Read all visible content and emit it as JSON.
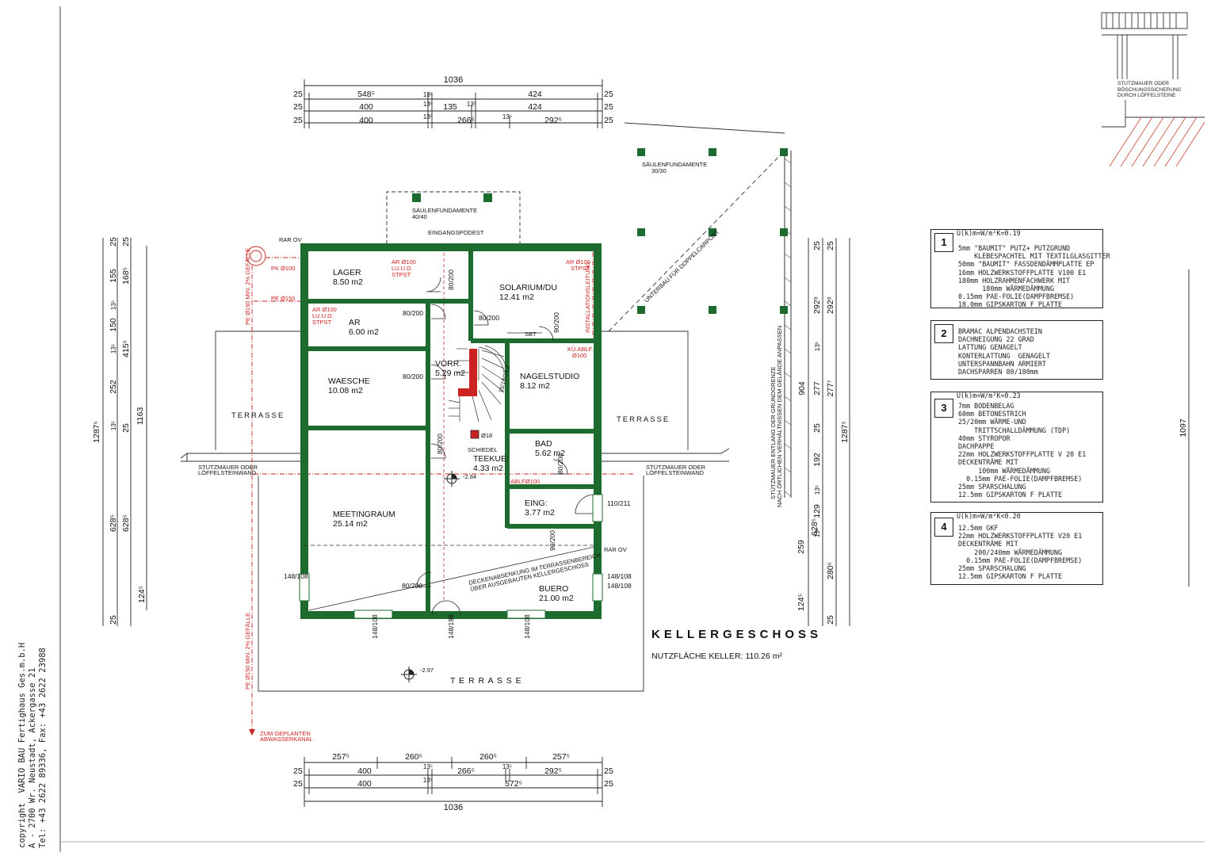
{
  "title": "KELLERGESCHOSS",
  "nutzflaeche": "NUTZFLÄCHE KELLER: 110.26 m²",
  "copyright": [
    "copyright  VARIO BAU Fertighaus Ges.m.b.H",
    "A - 2700 Wr. Neustadt, Ackergasse 21",
    "Tel: +43 2622 89336, Fax: +43 2622 23988"
  ],
  "colors": {
    "wall": "#1e6b2f",
    "wall_inner": "#2f8c45",
    "pipe": "#cc2222",
    "line": "#222222"
  },
  "rooms": [
    {
      "name": "LAGER",
      "area": "8.50 m2"
    },
    {
      "name": "SOLARIUM/DU",
      "area": "12.41 m2"
    },
    {
      "name": "AR",
      "area": "6.00 m2"
    },
    {
      "name": "WAESCHE",
      "area": "10.08 m2"
    },
    {
      "name": "VORR.",
      "area": "5.29 m2"
    },
    {
      "name": "NAGELSTUDIO",
      "area": "8.12 m2"
    },
    {
      "name": "BAD",
      "area": "5.62 m2"
    },
    {
      "name": "TEEKUE:",
      "area": "4.33 m2"
    },
    {
      "name": "EING:",
      "area": "3.77 m2"
    },
    {
      "name": "MEETINGRAUM",
      "area": "25.14 m2"
    },
    {
      "name": "BUERO",
      "area": "21.00 m2"
    }
  ],
  "labels": {
    "terrasse": "TERRASSE",
    "terrasse_wide": "T E R R A S S E",
    "stuetzmauer": "STÜTZMAUER ODER",
    "loeffelsteinwand": "LÖFFELSTEINWAND",
    "saeulenfundamente_1": "SÄULENFUNDAMENTE",
    "saeulenfundamente_1_size": "30/30",
    "saeulenfundamente_2": "SÄULENFUNDAMENTE",
    "saeulenfundamente_2_size": "40/40",
    "eingangspodest": "EINGANGSPODEST",
    "unterbau": "UNTERBAU FÜR DOPPELCARPORT",
    "stuetzmauer_grenze": "STÜTZMAUER ENTLANG DER GRUNDGRENZE",
    "stuetzmauer_grenze_2": "NACH ÖRTLICHEN VERHÄLTNISSEN DEM GELÄNDE ANPASSEN",
    "deckenabsenkung_1": "DECKENABSENKUNG IM TERRASSENBEREICH",
    "deckenabsenkung_2": "ÜBER AUSGEBAUTEN KELLERGESCHOSS",
    "rar_ov": "RAR OV",
    "rar_ov_2": "RAR OV",
    "pk": "PK Ø100",
    "pe150": "PE Ø150",
    "pe_gefaelle": "PE Ø150 MIN. 2% GEFÄLLE",
    "pe_gefaelle_2": "PE Ø150 MIN. 2% GEFÄLLE",
    "zum_kanal_1": "ZUM GEPLANTEN",
    "zum_kanal_2": "ABWASSERKANAL",
    "ar100_a": "AR Ø100",
    "ar100_a2": "LU.U.D.",
    "ar100_a3": "STPST",
    "ar100_b": "AR Ø100",
    "ar100_b2": "STPST",
    "ar100_c": "AR Ø100",
    "ar100_c2": "LU.U.D.",
    "ar100_c3": "STPST",
    "installation": "INSTALLATIONSLEITUNG",
    "kuabl": "KÜ.ABLF.",
    "kuabl2": "Ø100",
    "ablf": "ABLFØ100",
    "schiedel": "Ø18",
    "schiedel2": "SCHIEDEL",
    "stair": "15/18/24.2",
    "sbt": "SBT",
    "level_1": "-2.84",
    "level_2": "-2.97",
    "section_corner": "STÜTZMAUER ODER BÖSCHUNGSSICHERUNG DURCH LÖFFELSTEINE"
  },
  "door_labels": [
    "80/200",
    "80/200",
    "80/200",
    "80/200",
    "80/200",
    "90/200",
    "80/200",
    "80/200",
    "90/200",
    "110/211",
    "148/108",
    "148/108",
    "148/198",
    "148/108",
    "148/108",
    "148/108"
  ],
  "dims_top": {
    "total": "1036",
    "row1": [
      "25",
      "548⁵",
      "13⁵",
      "424",
      "25"
    ],
    "row2": [
      "25",
      "400",
      "13⁵",
      "135",
      "13⁵",
      "424",
      "25"
    ],
    "row3": [
      "25",
      "400",
      "13⁵",
      "266⁵",
      "13⁵",
      "292⁵",
      "25"
    ]
  },
  "dims_bottom": {
    "total": "1036",
    "row1": [
      "257⁵",
      "260⁵",
      "260⁵",
      "257⁵"
    ],
    "row2": [
      "25",
      "400",
      "13⁵",
      "266⁵",
      "13⁵",
      "292⁵",
      "25"
    ],
    "row3": [
      "25",
      "400",
      "13⁵",
      "572⁵",
      "25"
    ]
  },
  "dims_left": {
    "total_a": "1287⁵",
    "total_b": "1163",
    "col1": [
      "25",
      "155",
      "13⁵",
      "150",
      "13⁵",
      "252",
      "13⁵",
      "628⁵",
      "25"
    ],
    "col2": [
      "25",
      "168⁵",
      "415⁵",
      "25",
      "628⁵",
      "124⁵"
    ]
  },
  "dims_right": {
    "total_a": "1287⁵",
    "total_b": "904",
    "col1": [
      "25",
      "292⁸",
      "13⁵",
      "277",
      "25",
      "192",
      "13⁵",
      "129",
      "13⁵",
      "259",
      "124⁵"
    ],
    "col2": [
      "25",
      "292⁸",
      "277⁷",
      "628⁵",
      "280⁵",
      "25"
    ]
  },
  "dims_far_right": "1097",
  "legend": [
    {
      "num": "1",
      "header": "U(k)m=W/m²K=0.19",
      "lines": [
        "5mm \"BAUMIT\" PUTZ+ PUTZGRUND",
        "    KLEBESPACHTEL MIT TEXTILGLASGITTER",
        "50mm \"BAUMIT\" FASSDENDÄMMPLATTE EP",
        "16mm HOLZWERKSTOFFPLATTE V100 E1",
        "180mm HOLZRAHMENFACHWERK MIT",
        "      180mm WÄRMEDÄMMUNG",
        "0.15mm PAE-FOLIE(DAMPFBREMSE)",
        "18.0mm GIPSKARTON F PLATTE"
      ]
    },
    {
      "num": "2",
      "header": "",
      "lines": [
        "BRAMAC ALPENDACHSTEIN",
        "DACHNEIGUNG 22 GRAD",
        "LATTUNG GENAGELT",
        "KONTERLATTUNG  GENAGELT",
        "UNTERSPANNBAHN ARMIERT",
        "DACHSPARREN 80/180mm"
      ]
    },
    {
      "num": "3",
      "header": "U(k)m=W/m²K=0.23",
      "lines": [
        "7mm BODENBELAG",
        "60mm BETONESTRICH",
        "25/20mm WÄRME-UND",
        "    TRITTSCHALLDÄMMUNG (TDP)",
        "40mm STYROPOR",
        "DACHPAPPE",
        "22mm HOLZWERKSTOFFPLATTE V 20 E1",
        "DECKENTRÄME MIT",
        "     100mm WÄRMEDÄMMUNG",
        "  0.15mm PAE-FOLIE(DAMPFBREMSE)",
        "25mm SPARSCHALUNG",
        "12.5mm GIPSKARTON F PLATTE"
      ]
    },
    {
      "num": "4",
      "header": "U(k)m=W/m²K<0.20",
      "lines": [
        "12.5mm GKF",
        "22mm HOLZWERKSTOFFPLATTE V20 E1",
        "DECKENTRÄME MIT",
        "    200/240mm WÄRMEDÄMMUNG",
        "  0.15mm PAE-FOLIE(DAMPFBREMSE)",
        "25mm SPARSCHALUNG",
        "12.5mm GIPSKARTON F PLATTE"
      ]
    }
  ]
}
